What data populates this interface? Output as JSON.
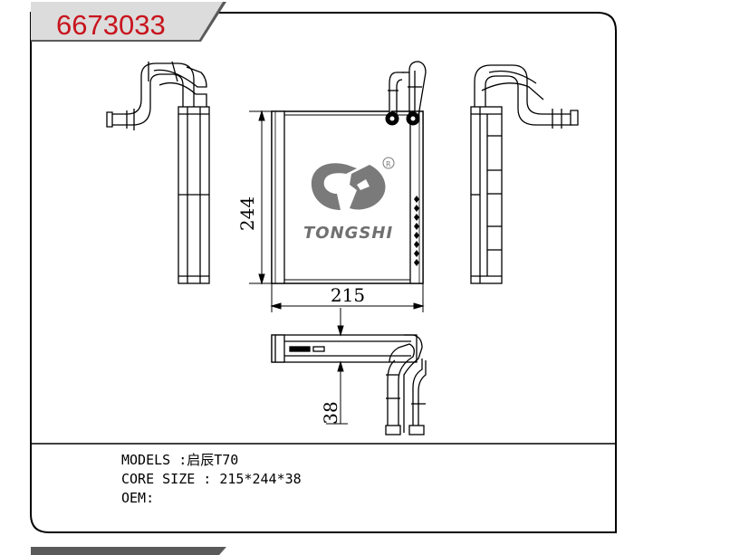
{
  "header": {
    "part_number": "6673033"
  },
  "brand": {
    "name": "TONGSHI",
    "registered_mark": "®"
  },
  "dimensions": {
    "height": "244",
    "width": "215",
    "depth": "38"
  },
  "info": {
    "models_label": "MODELS :",
    "models_value": "启辰T70",
    "core_size_label": "CORE SIZE : ",
    "core_size_value": "215*244*38",
    "oem_label": "OEM:",
    "oem_value": ""
  },
  "colors": {
    "part_number_red": "#c8141e",
    "tab_gray": "#5a5a5a",
    "logo_gray": "#7a7a7a"
  }
}
